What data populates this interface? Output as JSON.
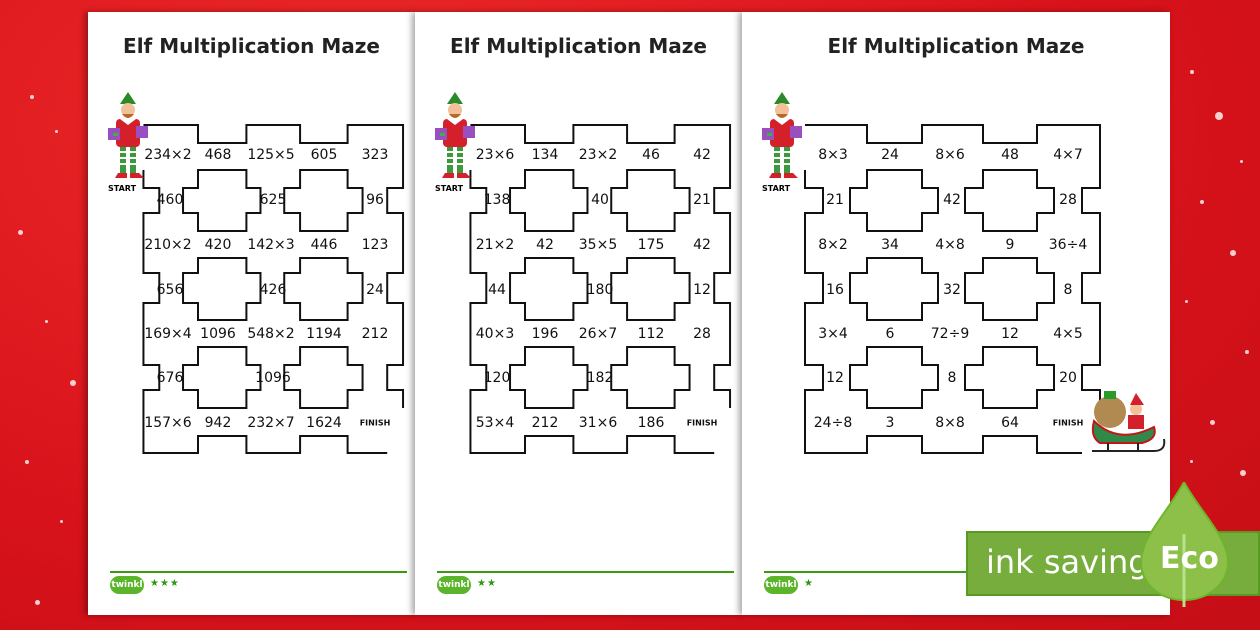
{
  "colors": {
    "background": "#e0141b",
    "eco_green": "#76ad3c",
    "footer_green": "#3a9a10"
  },
  "sheets": [
    {
      "title": "Elf Multiplication Maze",
      "start_label": "START",
      "logo": "twinkl",
      "stars": "★★★",
      "rows": [
        [
          "234×2",
          "468",
          "125×5",
          "605",
          "323"
        ],
        [
          "460",
          "625",
          "96"
        ],
        [
          "210×2",
          "420",
          "142×3",
          "446",
          "123"
        ],
        [
          "656",
          "426",
          "24"
        ],
        [
          "169×4",
          "1096",
          "548×2",
          "1194",
          "212"
        ],
        [
          "676",
          "1096",
          ""
        ],
        [
          "157×6",
          "942",
          "232×7",
          "1624",
          "FINISH"
        ]
      ]
    },
    {
      "title": "Elf Multiplication Maze",
      "start_label": "START",
      "logo": "twinkl",
      "stars": "★★",
      "rows": [
        [
          "23×6",
          "134",
          "23×2",
          "46",
          "42"
        ],
        [
          "138",
          "40",
          "21"
        ],
        [
          "21×2",
          "42",
          "35×5",
          "175",
          "42"
        ],
        [
          "44",
          "180",
          "12"
        ],
        [
          "40×3",
          "196",
          "26×7",
          "112",
          "28"
        ],
        [
          "120",
          "182",
          ""
        ],
        [
          "53×4",
          "212",
          "31×6",
          "186",
          "FINISH"
        ]
      ]
    },
    {
      "title": "Elf Multiplication Maze",
      "start_label": "START",
      "logo": "twinkl",
      "stars": "★",
      "has_sleigh": true,
      "rows": [
        [
          "8×3",
          "24",
          "8×6",
          "48",
          "4×7"
        ],
        [
          "21",
          "42",
          "28"
        ],
        [
          "8×2",
          "34",
          "4×8",
          "9",
          "36÷4"
        ],
        [
          "16",
          "32",
          "8"
        ],
        [
          "3×4",
          "6",
          "72÷9",
          "12",
          "4×5"
        ],
        [
          "12",
          "8",
          "20"
        ],
        [
          "24÷8",
          "3",
          "8×8",
          "64",
          "FINISH"
        ]
      ]
    }
  ],
  "badge": {
    "text": "ink saving",
    "eco": "Eco",
    "icon": "leaf-drop-icon"
  }
}
